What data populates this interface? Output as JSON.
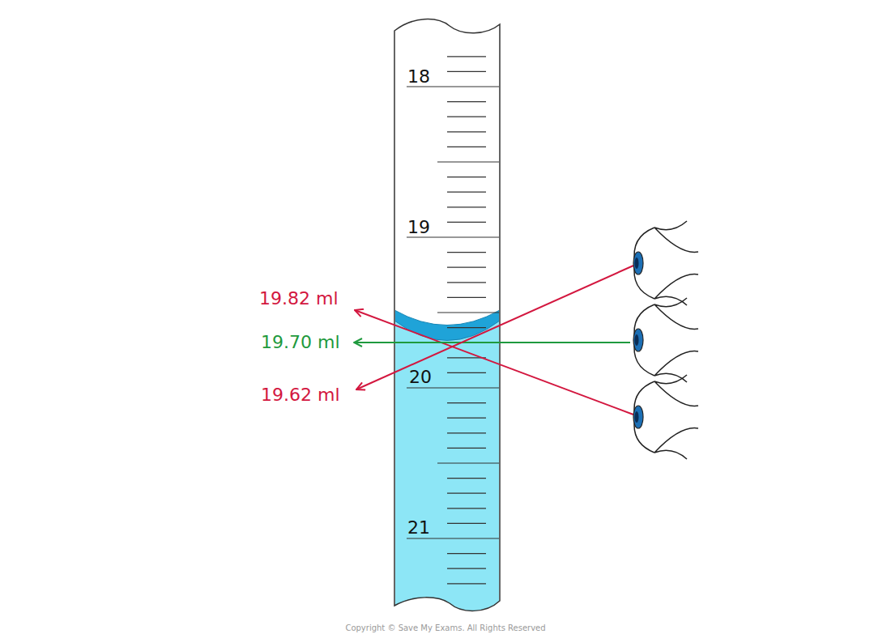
{
  "diagram": {
    "labels": [
      "18",
      "19",
      "20",
      "21",
      "19.82 ml",
      "19.70 ml",
      "19.62 ml",
      "Copyright © Save My Exams. All Rights Reserved"
    ]
  }
}
